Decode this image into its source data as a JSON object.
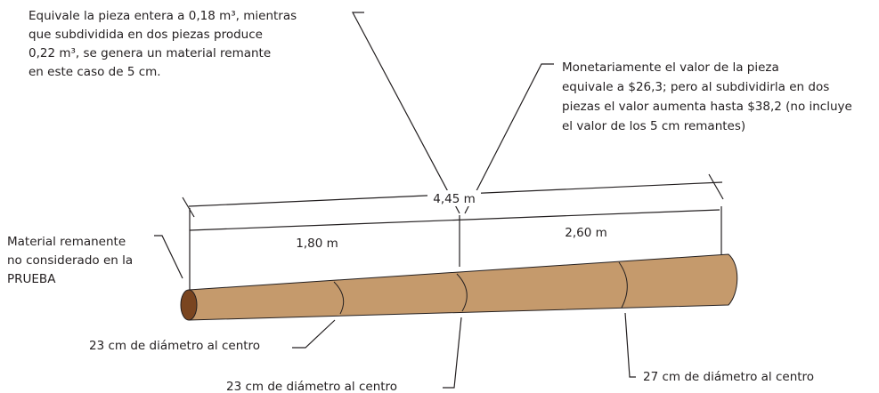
{
  "notes": {
    "top_left": [
      "Equivale la pieza entera a 0,18 m³, mientras",
      "que subdividida en dos piezas produce",
      "0,22 m³, se genera un material remante",
      "en este caso de 5 cm."
    ],
    "top_right": [
      "Monetariamente el valor de la pieza",
      "equivale a $26,3; pero al subdividirla en dos",
      "piezas el valor aumenta hasta $38,2 (no incluye",
      "el valor de los 5 cm remantes)"
    ],
    "remnant": [
      "Material remanente",
      "no considerado en la",
      "PRUEBA"
    ]
  },
  "dimensions": {
    "total": "4,45 m",
    "first_piece": "1,80 m",
    "second_piece": "2,60 m"
  },
  "diameters": {
    "first": "23 cm de diámetro al centro",
    "middle": "23 cm de diámetro al centro",
    "second": "27 cm de diámetro al centro"
  },
  "colors": {
    "log_body": "#c59a6c",
    "log_end": "#7a4520",
    "line": "#231f20"
  }
}
